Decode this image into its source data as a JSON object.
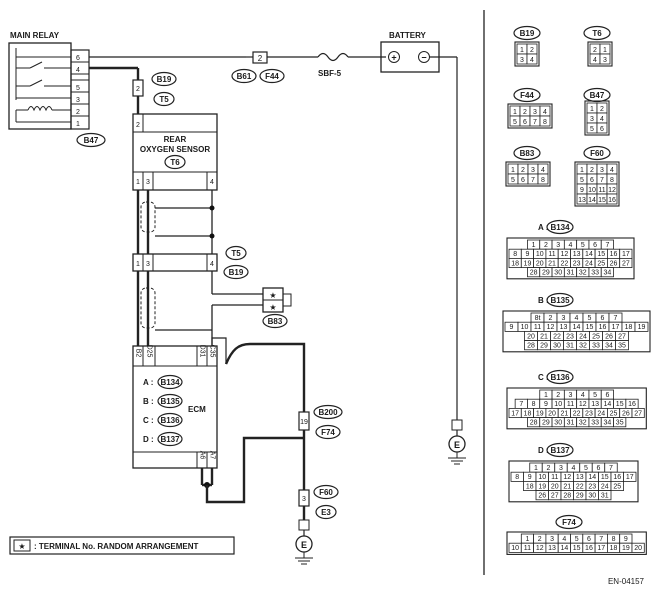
{
  "components": {
    "main_relay": "MAIN RELAY",
    "battery": "BATTERY",
    "fuse": "SBF-5",
    "rear_o2_line1": "REAR",
    "rear_o2_line2": "OXYGEN SENSOR",
    "ecm": "ECM",
    "ground": "E",
    "battery_plus": "+",
    "battery_minus": "−"
  },
  "relay_pins": [
    "6",
    "4",
    "5",
    "3",
    "2",
    "1"
  ],
  "wire_labels": {
    "b19_top": "B19",
    "t5_top": "T5",
    "b47": "B47",
    "b61": "B61",
    "f44": "F44",
    "t6": "T6",
    "t5_mid": "T5",
    "b19_mid": "B19",
    "b83": "B83",
    "b200": "B200",
    "f74": "F74",
    "f60": "F60",
    "e3": "E3"
  },
  "pin_numbers": {
    "p2_b19": "2",
    "p2_b61": "2",
    "o2_top": "2",
    "o2_b1": "1",
    "o2_b3": "3",
    "o2_b4": "4",
    "t5_1": "1",
    "t5_3": "3",
    "t5_4": "4",
    "ecm_b2": "B2",
    "ecm_d25": "D25",
    "ecm_d31": "D31",
    "ecm_c35": "C35",
    "ecm_a6": "A6",
    "ecm_a7": "A7",
    "p19": "19",
    "p3": "3",
    "star1": "★",
    "star2": "★"
  },
  "ecm_ports": [
    {
      "letter": "A :",
      "code": "B134"
    },
    {
      "letter": "B :",
      "code": "B135"
    },
    {
      "letter": "C :",
      "code": "B136"
    },
    {
      "letter": "D :",
      "code": "B137"
    }
  ],
  "legend": {
    "symbol": "★",
    "text": ": TERMINAL No. RANDOM ARRANGEMENT"
  },
  "connector_panel": {
    "b19": {
      "label": "B19",
      "rows": [
        [
          "1",
          "2"
        ],
        [
          "3",
          "4"
        ]
      ]
    },
    "t6": {
      "label": "T6",
      "rows": [
        [
          "2",
          "1"
        ],
        [
          "4",
          "3"
        ]
      ]
    },
    "f44": {
      "label": "F44",
      "rows": [
        [
          "1",
          "2",
          "3",
          "4"
        ],
        [
          "5",
          "6",
          "7",
          "8"
        ]
      ]
    },
    "b47": {
      "label": "B47",
      "rows": [
        [
          "1",
          "2"
        ],
        [
          "3",
          "4"
        ],
        [
          "5",
          "6"
        ]
      ]
    },
    "b83": {
      "label": "B83",
      "rows": [
        [
          "1",
          "2",
          "3",
          "4"
        ],
        [
          "5",
          "6",
          "7",
          "8"
        ]
      ]
    },
    "f60": {
      "label": "F60",
      "rows": [
        [
          "1",
          "2",
          "3",
          "4"
        ],
        [
          "5",
          "6",
          "7",
          "8"
        ],
        [
          "9",
          "10",
          "11",
          "12"
        ],
        [
          "13",
          "14",
          "15",
          "16"
        ]
      ]
    },
    "b134": {
      "prefix": "A :",
      "label": "B134",
      "rows": [
        [
          "1",
          "2",
          "3",
          "4",
          "5",
          "6",
          "7"
        ],
        [
          "8",
          "9",
          "10",
          "11",
          "12",
          "13",
          "14",
          "15",
          "16",
          "17"
        ],
        [
          "18",
          "19",
          "20",
          "21",
          "22",
          "23",
          "24",
          "25",
          "26",
          "27"
        ],
        [
          "28",
          "29",
          "30",
          "31",
          "32",
          "33",
          "34"
        ]
      ]
    },
    "b135": {
      "prefix": "B :",
      "label": "B135",
      "rows": [
        [
          "8t",
          "2",
          "3",
          "4",
          "5",
          "6",
          "7"
        ],
        [
          "9",
          "10",
          "11",
          "12",
          "13",
          "14",
          "15",
          "16",
          "17",
          "18",
          "19"
        ],
        [
          "20",
          "21",
          "22",
          "23",
          "24",
          "25",
          "26",
          "27"
        ],
        [
          "28",
          "29",
          "30",
          "31",
          "32",
          "33",
          "34",
          "35"
        ]
      ]
    },
    "b136": {
      "prefix": "C :",
      "label": "B136",
      "rows": [
        [
          "1",
          "2",
          "3",
          "4",
          "5",
          "6"
        ],
        [
          "7",
          "8",
          "9",
          "10",
          "11",
          "12",
          "13",
          "14",
          "15",
          "16"
        ],
        [
          "17",
          "18",
          "19",
          "20",
          "21",
          "22",
          "23",
          "24",
          "25",
          "26",
          "27"
        ],
        [
          "28",
          "29",
          "30",
          "31",
          "32",
          "33",
          "34",
          "35"
        ]
      ]
    },
    "b137": {
      "prefix": "D :",
      "label": "B137",
      "rows": [
        [
          "1",
          "2",
          "3",
          "4",
          "5",
          "6",
          "7"
        ],
        [
          "8",
          "9",
          "10",
          "11",
          "12",
          "13",
          "14",
          "15",
          "16",
          "17"
        ],
        [
          "18",
          "19",
          "20",
          "21",
          "22",
          "23",
          "24",
          "25"
        ],
        [
          "26",
          "27",
          "28",
          "29",
          "30",
          "31"
        ]
      ]
    },
    "f74": {
      "label": "F74",
      "rows": [
        [
          "1",
          "2",
          "3",
          "4",
          "5",
          "6",
          "7",
          "8",
          "9"
        ],
        [
          "10",
          "11",
          "12",
          "13",
          "14",
          "15",
          "16",
          "17",
          "18",
          "19",
          "20"
        ]
      ]
    }
  },
  "doc_code": "EN-04157"
}
